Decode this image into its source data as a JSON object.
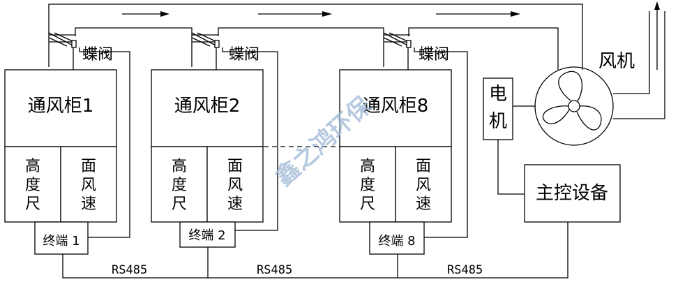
{
  "cabinets": [
    {
      "name": "通风柜1",
      "valve_label": "蝶阀",
      "sensor_left": [
        "高",
        "度",
        "尺"
      ],
      "sensor_right": [
        "面",
        "风",
        "速"
      ],
      "terminal": "终端  1"
    },
    {
      "name": "通风柜2",
      "valve_label": "蝶阀",
      "sensor_left": [
        "高",
        "度",
        "尺"
      ],
      "sensor_right": [
        "面",
        "风",
        "速"
      ],
      "terminal": "终端  2"
    },
    {
      "name": "通风柜8",
      "valve_label": "蝶阀",
      "sensor_left": [
        "高",
        "度",
        "尺"
      ],
      "sensor_right": [
        "面",
        "风",
        "速"
      ],
      "terminal": "终端  8"
    }
  ],
  "motor_label": [
    "电",
    "机"
  ],
  "fan_label": "风机",
  "controller_label": "主控设备",
  "bus_labels": [
    "RS485",
    "RS485",
    "RS485"
  ],
  "watermark": "鑫之鸿环保"
}
